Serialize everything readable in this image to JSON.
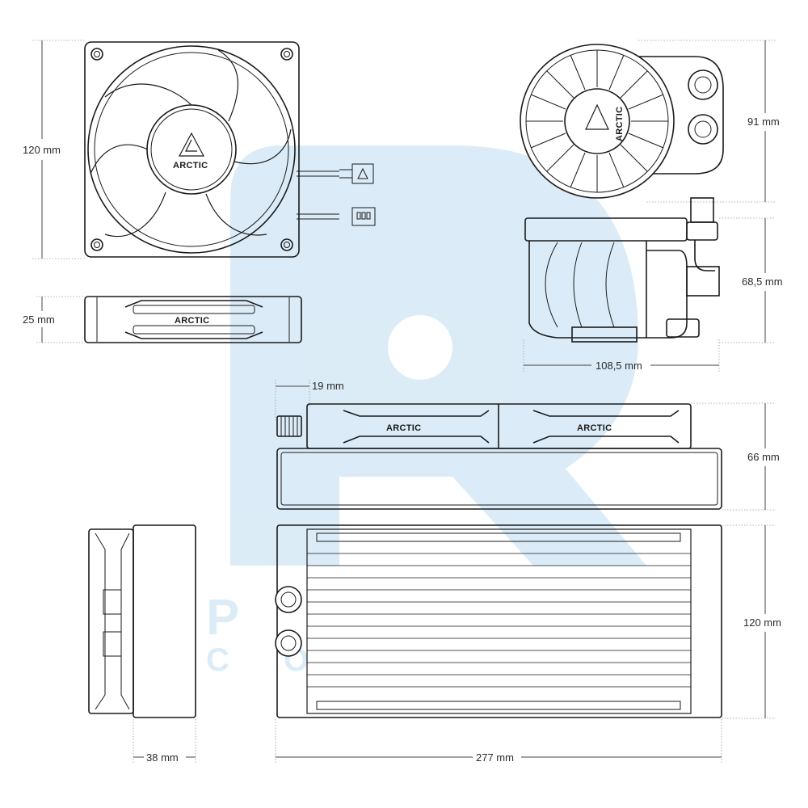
{
  "brand": {
    "logo_text": "ARCTIC"
  },
  "watermark": {
    "color": "#cfe6f5"
  },
  "dimensions": {
    "fan_height": "120 mm",
    "fan_thickness": "25 mm",
    "pump_height": "91 mm",
    "pump_side_height": "68,5 mm",
    "pump_width": "108,5 mm",
    "tube_offset": "19 mm",
    "radiator_assembly_height": "66 mm",
    "radiator_height": "120 mm",
    "radiator_thickness": "38 mm",
    "radiator_length": "277 mm"
  },
  "colors": {
    "line": "#1a1a1a",
    "dimension_line": "#444444",
    "extension_line": "#999999"
  }
}
